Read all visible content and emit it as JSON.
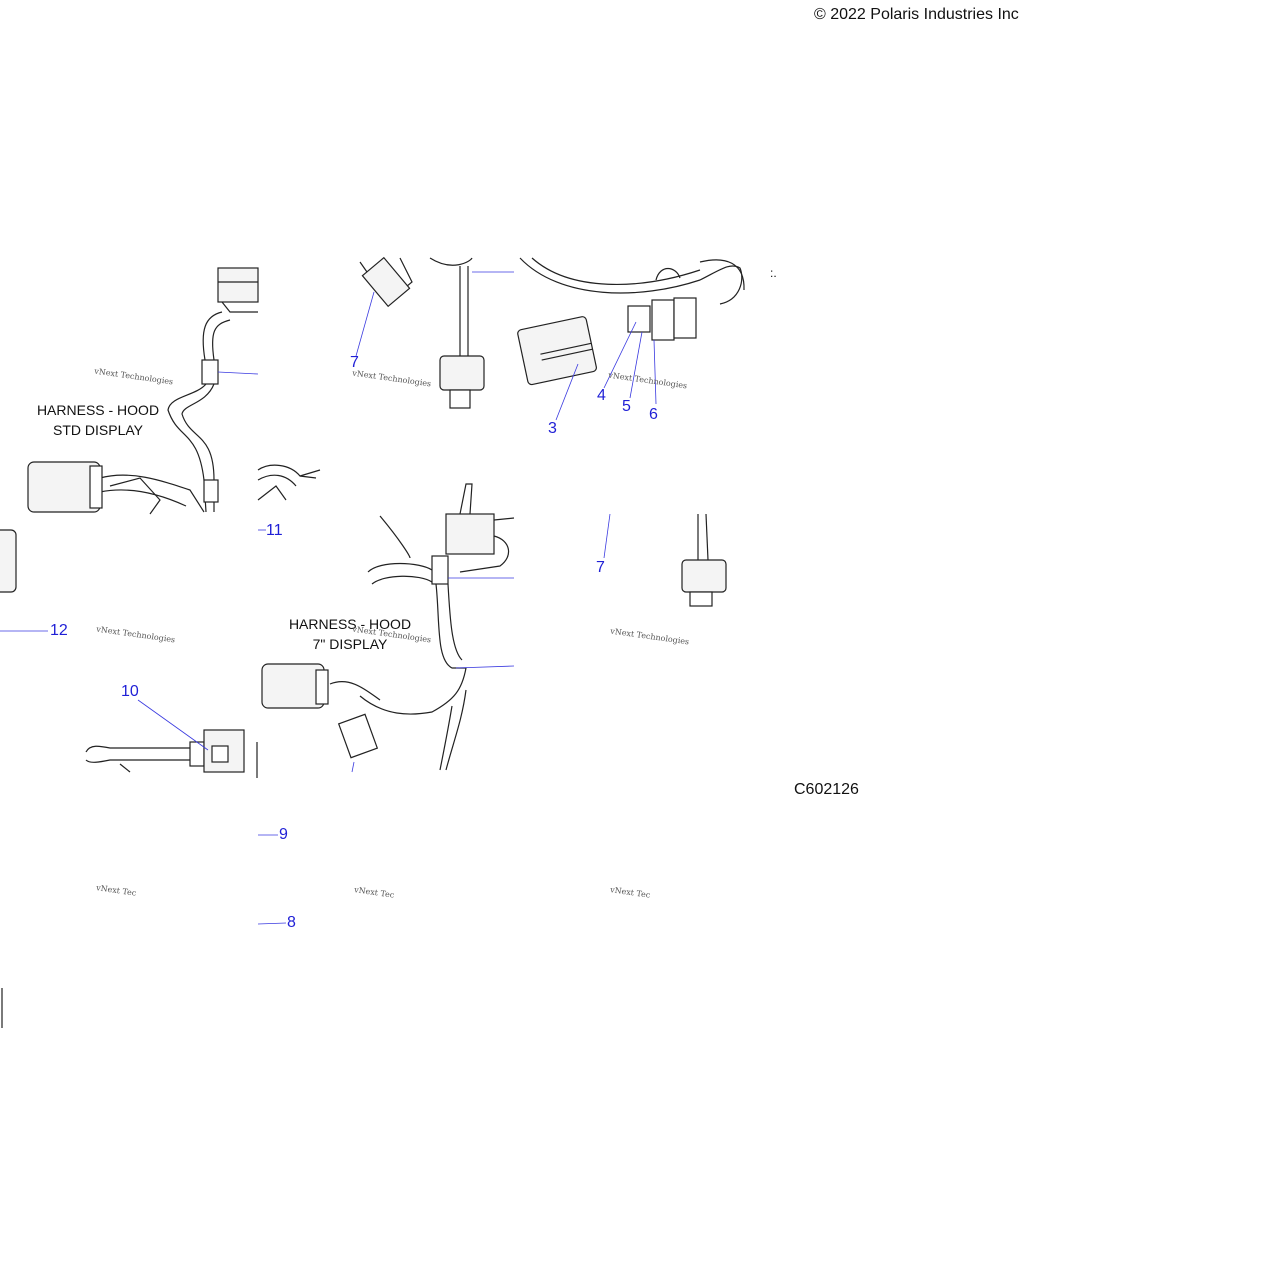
{
  "header": {
    "copyright": "© 2022 Polaris Industries Inc"
  },
  "footer": {
    "figure_code": "C602126"
  },
  "diagram": {
    "titles": {
      "std_display": [
        "HARNESS - HOOD",
        "STD DISPLAY"
      ],
      "seven_inch_display": [
        "HARNESS - HOOD",
        "7\" DISPLAY"
      ]
    },
    "callouts": [
      "7",
      "3",
      "4",
      "5",
      "6",
      "11",
      "7",
      "12",
      "10",
      "9",
      "8"
    ],
    "watermark": "vNext Technologies",
    "watermark_truncated": "vNext Tec",
    "stray_mark": ":."
  }
}
